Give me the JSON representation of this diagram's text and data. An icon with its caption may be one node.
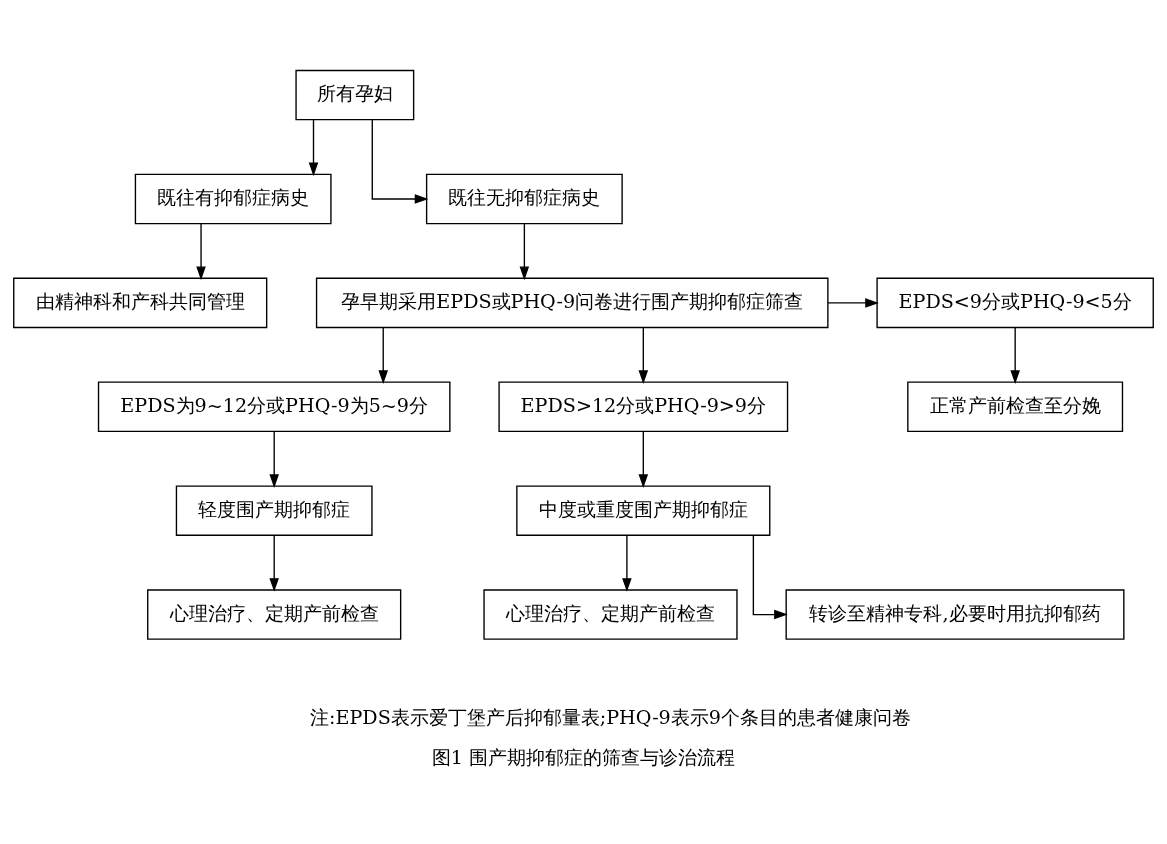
{
  "diagram": {
    "caption": "图1 围产期抑郁症的筛查与诊治流程",
    "nodes": [
      {
        "text": [
          "所有孕妇"
        ]
      },
      {
        "text": [
          "既往有抑郁症病史"
        ]
      },
      {
        "text": [
          "既往无抑郁症病史"
        ]
      },
      {
        "text": [
          "由精神科和产科共同管理"
        ]
      },
      {
        "text": [
          "孕早期采用EPDS或PHQ-9问卷进行围产期抑郁症筛查"
        ]
      },
      {
        "text": [
          "EPDS<9分或PHQ-9<5分"
        ]
      },
      {
        "text": [
          "正常产前检查至分娩"
        ]
      },
      {
        "text": [
          "EPDS为9~12分或PHQ-9为5~9分"
        ]
      },
      {
        "text": [
          "EPDS>12分或PHQ-9>9分"
        ]
      },
      {
        "text": [
          "轻度围产期抑郁症"
        ]
      },
      {
        "text": [
          "中度或重度围产期抑郁症"
        ]
      },
      {
        "text": [
          "心理治疗、定期产前检查"
        ]
      },
      {
        "text": [
          "心理治疗、定期产前检查"
        ]
      },
      {
        "text": [
          "转诊至精神专科,必要时用抗抑郁药"
        ]
      }
    ],
    "edges": [
      {
        "from": 0,
        "to": 1,
        "arrow": "to"
      },
      {
        "from": 0,
        "to": 2,
        "arrow": "to"
      },
      {
        "from": 1,
        "to": 3,
        "arrow": "to"
      },
      {
        "from": 2,
        "to": 4,
        "arrow": "to"
      },
      {
        "from": 4,
        "to": 5,
        "arrow": "to"
      },
      {
        "from": 5,
        "to": 6,
        "arrow": "to"
      },
      {
        "from": 4,
        "to": 7,
        "arrow": "to"
      },
      {
        "from": 4,
        "to": 8,
        "arrow": "to"
      },
      {
        "from": 7,
        "to": 9,
        "arrow": "to"
      },
      {
        "from": 8,
        "to": 10,
        "arrow": "to"
      },
      {
        "from": 9,
        "to": 11,
        "arrow": "to"
      },
      {
        "from": 10,
        "to": 12,
        "arrow": "to"
      },
      {
        "from": 10,
        "to": 13,
        "arrow": "to"
      }
    ],
    "labels": [
      "注:EPDS表示爱丁堡产后抑郁量表;PHQ-9表示9个条目的患者健康问卷"
    ]
  }
}
